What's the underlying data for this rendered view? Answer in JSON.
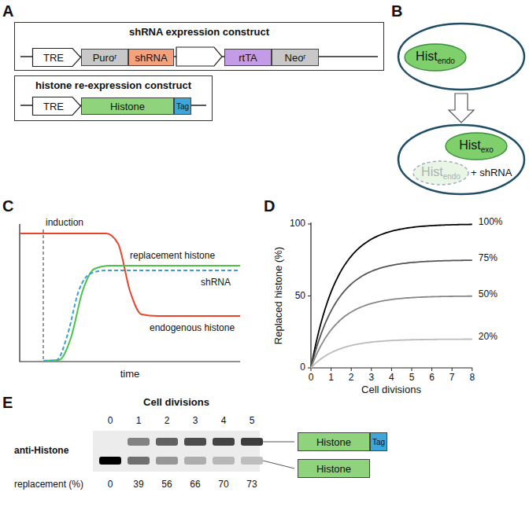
{
  "diagram": {
    "nodes": [
      {
        "text": [
          "shRNA expression construct"
        ]
      },
      {
        "text": [
          "TRE"
        ],
        "in": 0
      },
      {
        "text": [
          "Puroʳ"
        ],
        "in": 0
      },
      {
        "text": [
          "shRNA"
        ],
        "in": 0
      },
      {
        "text": [
          "rtTA"
        ],
        "in": 0
      },
      {
        "text": [
          "Neoʳ"
        ],
        "in": 0
      },
      {
        "text": [
          "histone re-expression construct"
        ]
      },
      {
        "text": [
          "TRE"
        ],
        "in": 6
      },
      {
        "text": [
          "Histone"
        ],
        "in": 6
      },
      {
        "text": [
          "Tag"
        ],
        "in": 6
      },
      {
        "text": [
          "Hist",
          "endo"
        ]
      },
      {
        "text": [
          "Hist",
          "exo"
        ]
      },
      {
        "text": [
          "Hist",
          "endo"
        ]
      },
      {
        "text": [
          "Histone"
        ]
      },
      {
        "text": [
          "Tag"
        ]
      },
      {
        "text": [
          "Histone"
        ]
      }
    ],
    "labels": [
      "A",
      "B",
      "C",
      "D",
      "E",
      "induction",
      "replacement histone",
      "shRNA",
      "endogenous histone",
      "time",
      "Replaced histone (%)",
      "0",
      "50",
      "100",
      "0",
      "1",
      "2",
      "3",
      "4",
      "5",
      "6",
      "7",
      "8",
      "Cell divisions",
      "100%",
      "75%",
      "50%",
      "20%",
      "Cell divisions",
      "0",
      "1",
      "2",
      "3",
      "4",
      "5",
      "anti-Histone",
      "replacement (%)",
      "0",
      "39",
      "56",
      "66",
      "70",
      "73",
      "+ shRNA"
    ]
  }
}
